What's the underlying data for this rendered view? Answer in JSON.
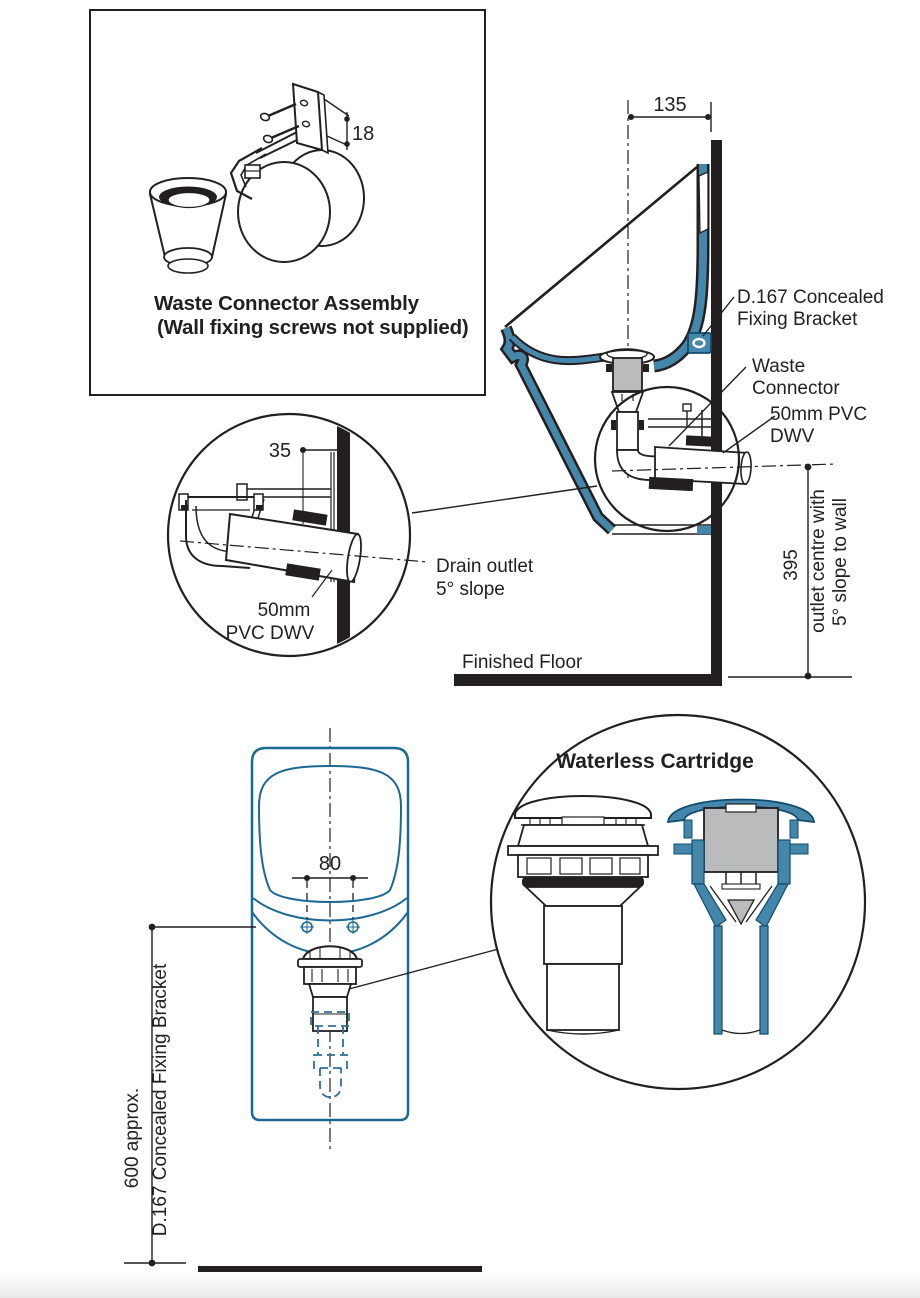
{
  "colors": {
    "line": "#231f20",
    "blue_fill": "#4587ab",
    "blue_dark": "#0f4c6e",
    "blue_line": "#1c6994",
    "gray_fill": "#b9bbbd",
    "background": "#ffffff"
  },
  "waste_box": {
    "caption_line1": "Waste Connector Assembly",
    "caption_line2": "(Wall fixing screws not supplied)",
    "dim_plate_holes": "18"
  },
  "side_view": {
    "dim_top": "135",
    "bracket_label_line1": "D.167 Concealed",
    "bracket_label_line2": "Fixing Bracket",
    "connector_label_line1": "Waste",
    "connector_label_line2": "Connector",
    "pvc_label_line1": "50mm PVC",
    "pvc_label_line2": "DWV",
    "dim_outlet_height": "395",
    "outlet_note_line1": "outlet centre with",
    "outlet_note_line2": "5° slope to wall",
    "floor_label": "Finished Floor"
  },
  "detail_circle": {
    "dim_wall_offset": "35",
    "pvc_label_line1": "50mm",
    "pvc_label_line2": "PVC DWV",
    "drain_label_line1": "Drain outlet",
    "drain_label_line2": "5° slope"
  },
  "front_view": {
    "dim_holes": "80",
    "dim_height": "600 approx.",
    "bracket_label": "D.167 Concealed Fixing Bracket"
  },
  "cartridge_circle": {
    "title": "Waterless Cartridge"
  }
}
